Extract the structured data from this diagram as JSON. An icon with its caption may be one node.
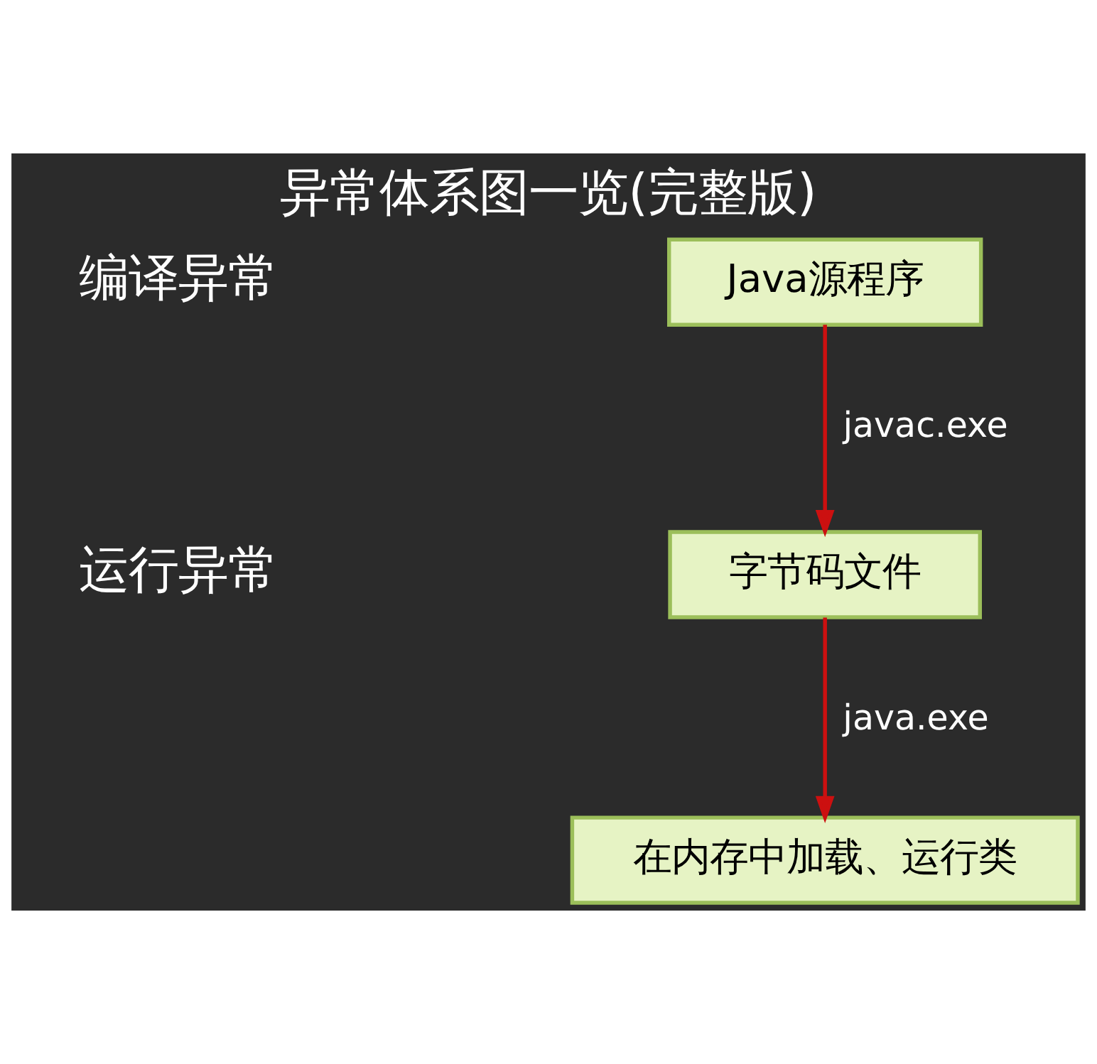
{
  "diagram": {
    "title": "异常体系图一览(完整版)",
    "nodes": [
      {
        "text": [
          "Java源程序"
        ]
      },
      {
        "text": [
          "字节码文件"
        ]
      },
      {
        "text": [
          "在内存中加载、运行类"
        ]
      }
    ],
    "edges": [
      {
        "from": 0,
        "to": 1,
        "arrow": "to",
        "label": "javac.exe"
      },
      {
        "from": 1,
        "to": 2,
        "arrow": "to",
        "label": "java.exe"
      }
    ],
    "labels": [
      "编译异常",
      "运行异常"
    ]
  }
}
